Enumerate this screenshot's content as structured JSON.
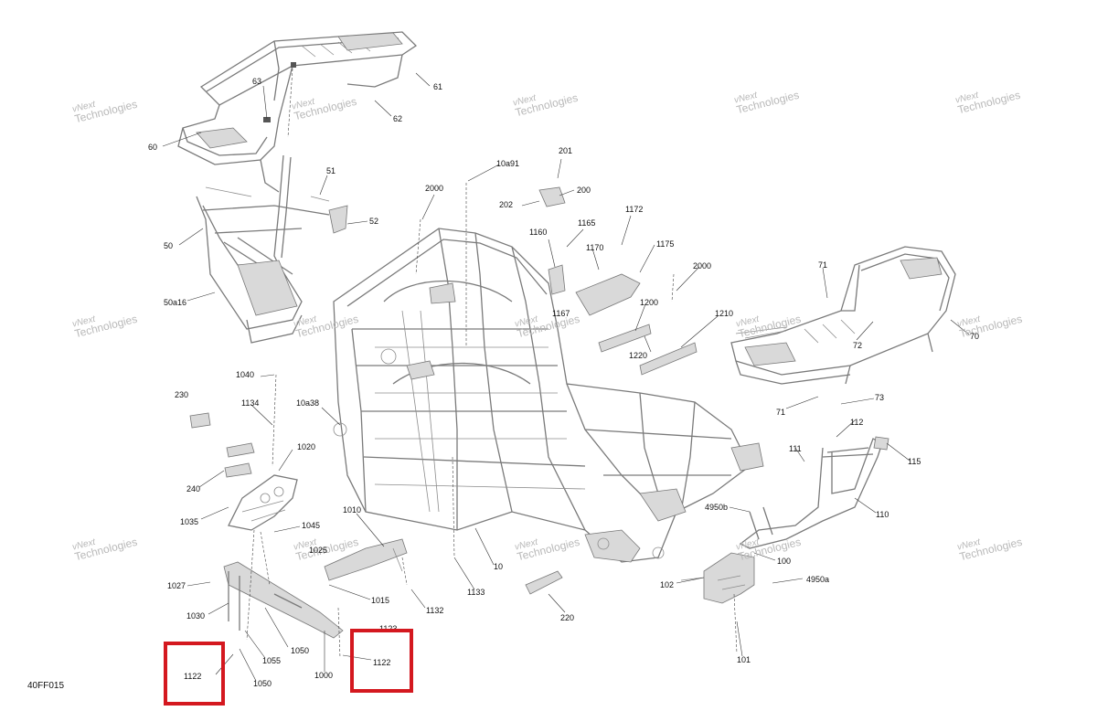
{
  "diagram_code": "40FF015",
  "watermark": {
    "line1": "vNext",
    "line2": "Technologies"
  },
  "callouts": [
    {
      "id": "c61",
      "text": "61"
    },
    {
      "id": "c62",
      "text": "62"
    },
    {
      "id": "c63",
      "text": "63"
    },
    {
      "id": "c60",
      "text": "60"
    },
    {
      "id": "c51",
      "text": "51"
    },
    {
      "id": "c52",
      "text": "52"
    },
    {
      "id": "c50",
      "text": "50"
    },
    {
      "id": "c50a16",
      "text": "50a16"
    },
    {
      "id": "c10a91",
      "text": "10a91"
    },
    {
      "id": "c2000a",
      "text": "2000"
    },
    {
      "id": "c201",
      "text": "201"
    },
    {
      "id": "c200",
      "text": "200"
    },
    {
      "id": "c202",
      "text": "202"
    },
    {
      "id": "c1160",
      "text": "1160"
    },
    {
      "id": "c1165",
      "text": "1165"
    },
    {
      "id": "c1172",
      "text": "1172"
    },
    {
      "id": "c1170",
      "text": "1170"
    },
    {
      "id": "c1175",
      "text": "1175"
    },
    {
      "id": "c2000b",
      "text": "2000"
    },
    {
      "id": "c1167",
      "text": "1167"
    },
    {
      "id": "c1200",
      "text": "1200"
    },
    {
      "id": "c1210",
      "text": "1210"
    },
    {
      "id": "c1220",
      "text": "1220"
    },
    {
      "id": "c71a",
      "text": "71"
    },
    {
      "id": "c72",
      "text": "72"
    },
    {
      "id": "c70",
      "text": "70"
    },
    {
      "id": "c71b",
      "text": "71"
    },
    {
      "id": "c73",
      "text": "73"
    },
    {
      "id": "c1040",
      "text": "1040"
    },
    {
      "id": "c230",
      "text": "230"
    },
    {
      "id": "c1134",
      "text": "1134"
    },
    {
      "id": "c10a38",
      "text": "10a38"
    },
    {
      "id": "c1020",
      "text": "1020"
    },
    {
      "id": "c240",
      "text": "240"
    },
    {
      "id": "c1035",
      "text": "1035"
    },
    {
      "id": "c1045",
      "text": "1045"
    },
    {
      "id": "c1025",
      "text": "1025"
    },
    {
      "id": "c1010",
      "text": "1010"
    },
    {
      "id": "c1027",
      "text": "1027"
    },
    {
      "id": "c1030",
      "text": "1030"
    },
    {
      "id": "c1015",
      "text": "1015"
    },
    {
      "id": "c1132",
      "text": "1132"
    },
    {
      "id": "c1133",
      "text": "1133"
    },
    {
      "id": "c10",
      "text": "10"
    },
    {
      "id": "c1123",
      "text": "1123"
    },
    {
      "id": "c1050a",
      "text": "1050"
    },
    {
      "id": "c1055",
      "text": "1055"
    },
    {
      "id": "c1050b",
      "text": "1050"
    },
    {
      "id": "c1000",
      "text": "1000"
    },
    {
      "id": "c1122a",
      "text": "1122"
    },
    {
      "id": "c1122b",
      "text": "1122"
    },
    {
      "id": "c112",
      "text": "112"
    },
    {
      "id": "c111",
      "text": "111"
    },
    {
      "id": "c115",
      "text": "115"
    },
    {
      "id": "c4950b",
      "text": "4950b"
    },
    {
      "id": "c110",
      "text": "110"
    },
    {
      "id": "c100",
      "text": "100"
    },
    {
      "id": "c102",
      "text": "102"
    },
    {
      "id": "c4950a",
      "text": "4950a"
    },
    {
      "id": "c220",
      "text": "220"
    },
    {
      "id": "c101",
      "text": "101"
    }
  ],
  "highlight_color": "#d4181f"
}
